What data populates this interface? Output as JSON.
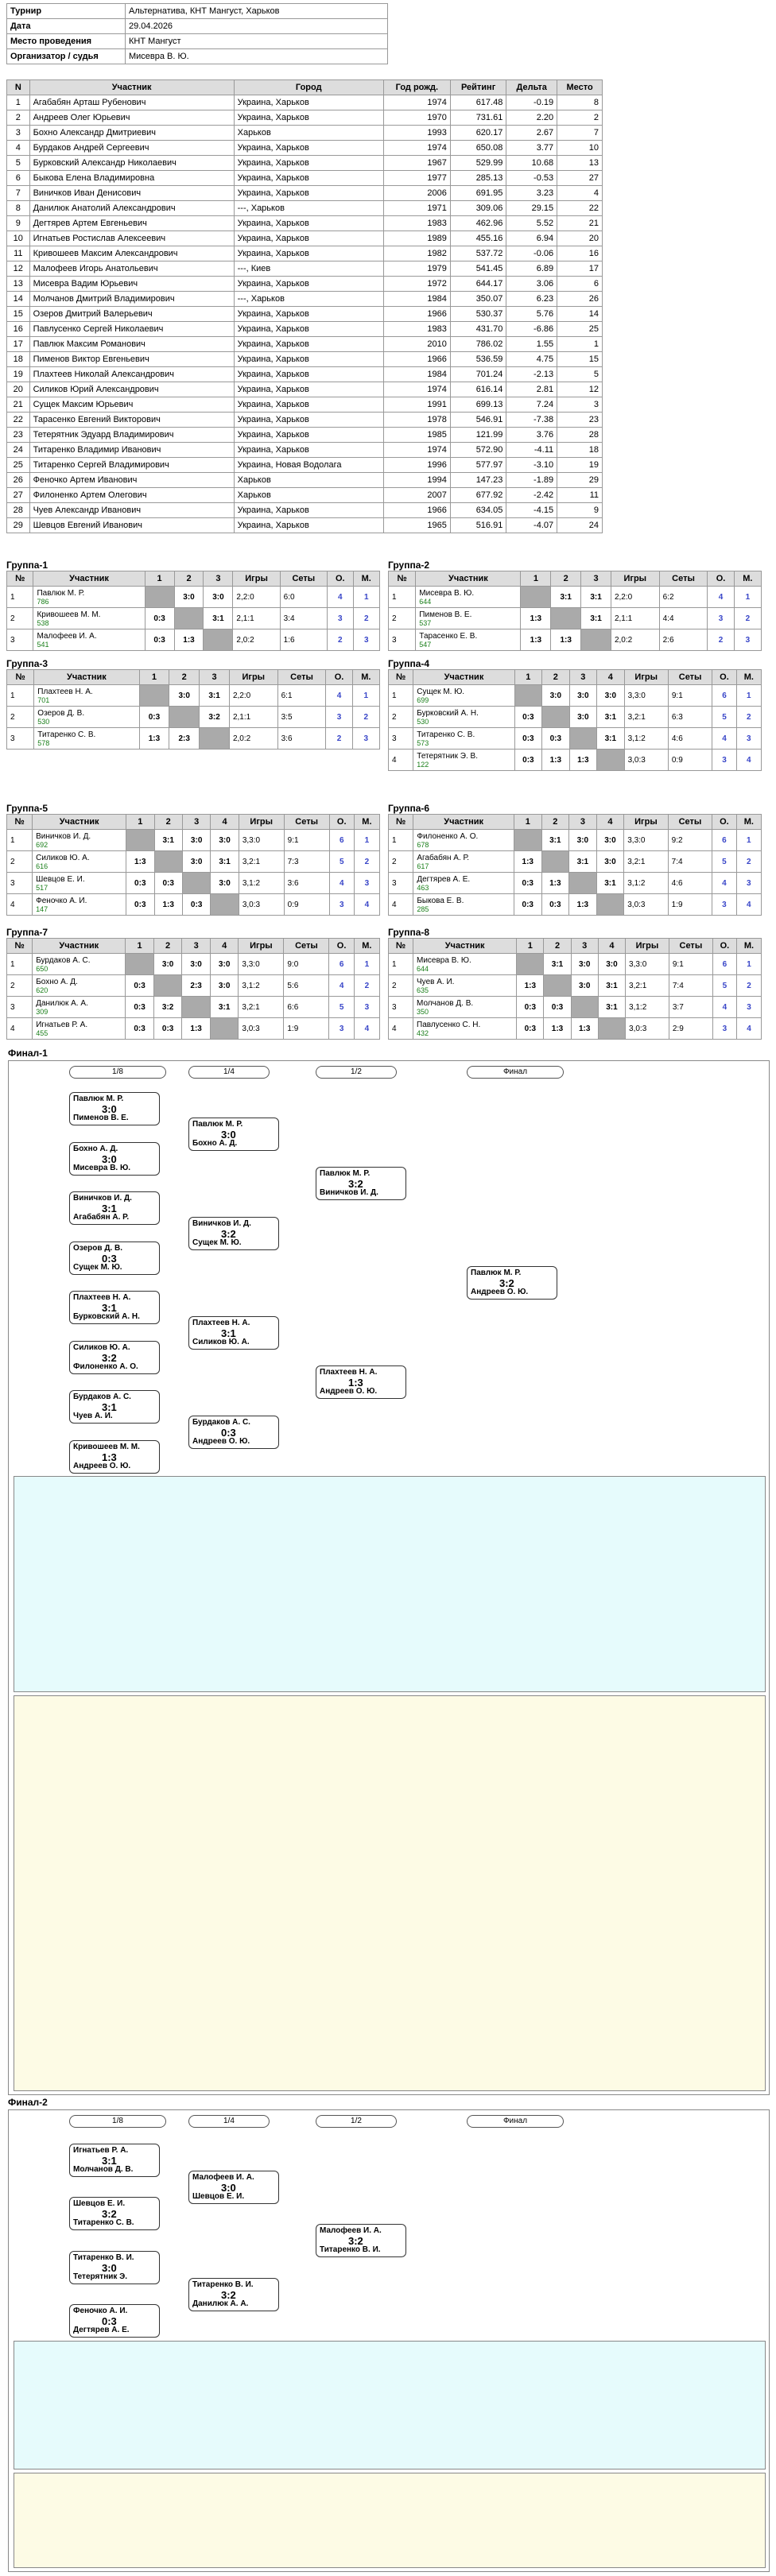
{
  "info": [
    [
      "Турнир",
      "Альтернатива, КНТ Мангуст, Харьков"
    ],
    [
      "Дата",
      "29.04.2026"
    ],
    [
      "Место проведения",
      "КНТ Мангуст"
    ],
    [
      "Организатор / судья",
      "Мисевра В. Ю."
    ]
  ],
  "players_header": [
    "N",
    "Участник",
    "Город",
    "Год рожд.",
    "Рейтинг",
    "Дельта",
    "Место"
  ],
  "players": [
    [
      "1",
      "Агабабян Арташ Рубенович",
      "Украина, Харьков",
      "1974",
      "617.48",
      "-0.19",
      "8"
    ],
    [
      "2",
      "Андреев Олег Юрьевич",
      "Украина, Харьков",
      "1970",
      "731.61",
      "2.20",
      "2"
    ],
    [
      "3",
      "Бохно Александр Дмитриевич",
      "Харьков",
      "1993",
      "620.17",
      "2.67",
      "7"
    ],
    [
      "4",
      "Бурдаков Андрей Сергеевич",
      "Украина, Харьков",
      "1974",
      "650.08",
      "3.77",
      "10"
    ],
    [
      "5",
      "Бурковский Александр Николаевич",
      "Украина, Харьков",
      "1967",
      "529.99",
      "10.68",
      "13"
    ],
    [
      "6",
      "Быкова Елена Владимировна",
      "Украина, Харьков",
      "1977",
      "285.13",
      "-0.53",
      "27"
    ],
    [
      "7",
      "Виничков Иван Денисович",
      "Украина, Харьков",
      "2006",
      "691.95",
      "3.23",
      "4"
    ],
    [
      "8",
      "Данилюк Анатолий Александрович",
      "---, Харьков",
      "1971",
      "309.06",
      "29.15",
      "22"
    ],
    [
      "9",
      "Дегтярев Артем Евгеньевич",
      "Украина, Харьков",
      "1983",
      "462.96",
      "5.52",
      "21"
    ],
    [
      "10",
      "Игнатьев Ростислав Алексеевич",
      "Украина, Харьков",
      "1989",
      "455.16",
      "6.94",
      "20"
    ],
    [
      "11",
      "Кривошеев Максим Александрович",
      "Украина, Харьков",
      "1982",
      "537.72",
      "-0.06",
      "16"
    ],
    [
      "12",
      "Малофеев Игорь Анатольевич",
      "---, Киев",
      "1979",
      "541.45",
      "6.89",
      "17"
    ],
    [
      "13",
      "Мисевра Вадим Юрьевич",
      "Украина, Харьков",
      "1972",
      "644.17",
      "3.06",
      "6"
    ],
    [
      "14",
      "Молчанов Дмитрий Владимирович",
      "---, Харьков",
      "1984",
      "350.07",
      "6.23",
      "26"
    ],
    [
      "15",
      "Озеров Дмитрий Валерьевич",
      "Украина, Харьков",
      "1966",
      "530.37",
      "5.76",
      "14"
    ],
    [
      "16",
      "Павлусенко Сергей Николаевич",
      "Украина, Харьков",
      "1983",
      "431.70",
      "-6.86",
      "25"
    ],
    [
      "17",
      "Павлюк Максим Романович",
      "Украина, Харьков",
      "2010",
      "786.02",
      "1.55",
      "1"
    ],
    [
      "18",
      "Пименов Виктор Евгеньевич",
      "Украина, Харьков",
      "1966",
      "536.59",
      "4.75",
      "15"
    ],
    [
      "19",
      "Плахтеев Николай Александрович",
      "Украина, Харьков",
      "1984",
      "701.24",
      "-2.13",
      "5"
    ],
    [
      "20",
      "Силиков Юрий Александрович",
      "Украина, Харьков",
      "1974",
      "616.14",
      "2.81",
      "12"
    ],
    [
      "21",
      "Сущек Максим Юрьевич",
      "Украина, Харьков",
      "1991",
      "699.13",
      "7.24",
      "3"
    ],
    [
      "22",
      "Тарасенко Евгений Викторович",
      "Украина, Харьков",
      "1978",
      "546.91",
      "-7.38",
      "23"
    ],
    [
      "23",
      "Тетерятник Эдуард Владимирович",
      "Украина, Харьков",
      "1985",
      "121.99",
      "3.76",
      "28"
    ],
    [
      "24",
      "Титаренко Владимир Иванович",
      "Украина, Харьков",
      "1974",
      "572.90",
      "-4.11",
      "18"
    ],
    [
      "25",
      "Титаренко Сергей Владимирович",
      "Украина, Новая Водолага",
      "1996",
      "577.97",
      "-3.10",
      "19"
    ],
    [
      "26",
      "Феночко Артем Иванович",
      "Харьков",
      "1994",
      "147.23",
      "-1.89",
      "29"
    ],
    [
      "27",
      "Филоненко Артем Олегович",
      "Харьков",
      "2007",
      "677.92",
      "-2.42",
      "11"
    ],
    [
      "28",
      "Чуев Александр Иванович",
      "Украина, Харьков",
      "1966",
      "634.05",
      "-4.15",
      "9"
    ],
    [
      "29",
      "Шевцов Евгений Иванович",
      "Украина, Харьков",
      "1965",
      "516.91",
      "-4.07",
      "24"
    ]
  ],
  "group_header": [
    "№",
    "Участник",
    "1",
    "2",
    "3",
    "Игры",
    "Сеты",
    "О.",
    "М."
  ],
  "group_header4": [
    "№",
    "Участник",
    "1",
    "2",
    "3",
    "4",
    "Игры",
    "Сеты",
    "О.",
    "М."
  ],
  "groups": [
    {
      "title": "Группа-1",
      "rows": [
        [
          "1",
          "Павлюк М. Р.",
          "786",
          "3:0",
          "3:0",
          "2,2:0",
          "6:0",
          "4",
          "1"
        ],
        [
          "2",
          "Кривошеев М. М.",
          "538",
          "0:3",
          "3:1",
          "2,1:1",
          "3:4",
          "3",
          "2"
        ],
        [
          "3",
          "Малофеев И. А.",
          "541",
          "0:3",
          "1:3",
          "2,0:2",
          "1:6",
          "2",
          "3"
        ]
      ]
    },
    {
      "title": "Группа-2",
      "rows": [
        [
          "1",
          "Мисевра В. Ю.",
          "644",
          "3:1",
          "3:1",
          "2,2:0",
          "6:2",
          "4",
          "1"
        ],
        [
          "2",
          "Пименов В. Е.",
          "537",
          "1:3",
          "3:1",
          "2,1:1",
          "4:4",
          "3",
          "2"
        ],
        [
          "3",
          "Тарасенко Е. В.",
          "547",
          "1:3",
          "1:3",
          "2,0:2",
          "2:6",
          "2",
          "3"
        ]
      ]
    },
    {
      "title": "Группа-3",
      "rows": [
        [
          "1",
          "Плахтеев Н. А.",
          "701",
          "3:0",
          "3:1",
          "2,2:0",
          "6:1",
          "4",
          "1"
        ],
        [
          "2",
          "Озеров Д. В.",
          "530",
          "0:3",
          "3:2",
          "2,1:1",
          "3:5",
          "3",
          "2"
        ],
        [
          "3",
          "Титаренко С. В.",
          "578",
          "1:3",
          "2:3",
          "2,0:2",
          "3:6",
          "2",
          "3"
        ]
      ]
    },
    {
      "title": "Группа-4",
      "rows": [
        [
          "1",
          "Сущек М. Ю.",
          "699",
          "3:0",
          "3:0",
          "3:0",
          "3,3:0",
          "9:1",
          "6",
          "1"
        ],
        [
          "2",
          "Бурковский А. Н.",
          "530",
          "0:3",
          "3:0",
          "3:1",
          "3,2:1",
          "6:3",
          "5",
          "2"
        ],
        [
          "3",
          "Титаренко С. В.",
          "573",
          "0:3",
          "0:3",
          "3:1",
          "3,1:2",
          "4:6",
          "4",
          "3"
        ],
        [
          "4",
          "Тетерятник Э. В.",
          "122",
          "0:3",
          "1:3",
          "1:3",
          "3,0:3",
          "0:9",
          "3",
          "4"
        ]
      ]
    },
    {
      "title": "Группа-5",
      "rows": [
        [
          "1",
          "Виничков И. Д.",
          "692",
          "3:1",
          "3:0",
          "3:0",
          "3,3:0",
          "9:1",
          "6",
          "1"
        ],
        [
          "2",
          "Силиков Ю. А.",
          "616",
          "1:3",
          "3:0",
          "3:1",
          "3,2:1",
          "7:3",
          "5",
          "2"
        ],
        [
          "3",
          "Шевцов Е. И.",
          "517",
          "0:3",
          "0:3",
          "3:0",
          "3,1:2",
          "3:6",
          "4",
          "3"
        ],
        [
          "4",
          "Феночко А. И.",
          "147",
          "0:3",
          "1:3",
          "0:3",
          "3,0:3",
          "0:9",
          "3",
          "4"
        ]
      ]
    },
    {
      "title": "Группа-6",
      "rows": [
        [
          "1",
          "Филоненко А. О.",
          "678",
          "3:1",
          "3:0",
          "3:0",
          "3,3:0",
          "9:2",
          "6",
          "1"
        ],
        [
          "2",
          "Агабабян А. Р.",
          "617",
          "1:3",
          "3:1",
          "3:0",
          "3,2:1",
          "7:4",
          "5",
          "2"
        ],
        [
          "3",
          "Дегтярев А. Е.",
          "463",
          "0:3",
          "1:3",
          "3:1",
          "3,1:2",
          "4:6",
          "4",
          "3"
        ],
        [
          "4",
          "Быкова Е. В.",
          "285",
          "0:3",
          "0:3",
          "1:3",
          "3,0:3",
          "1:9",
          "3",
          "4"
        ]
      ]
    },
    {
      "title": "Группа-7",
      "rows": [
        [
          "1",
          "Бурдаков А. С.",
          "650",
          "3:0",
          "3:0",
          "3:0",
          "3,3:0",
          "9:0",
          "6",
          "1"
        ],
        [
          "2",
          "Бохно А. Д.",
          "620",
          "0:3",
          "2:3",
          "3:0",
          "3,1:2",
          "5:6",
          "4",
          "2"
        ],
        [
          "3",
          "Данилюк А. А.",
          "309",
          "0:3",
          "3:2",
          "3:1",
          "3,2:1",
          "6:6",
          "5",
          "3"
        ],
        [
          "4",
          "Игнатьев Р. А.",
          "455",
          "0:3",
          "0:3",
          "1:3",
          "3,0:3",
          "1:9",
          "3",
          "4"
        ]
      ]
    },
    {
      "title": "Группа-8",
      "rows": [
        [
          "1",
          "Мисевра В. Ю.",
          "644",
          "3:1",
          "3:0",
          "3:0",
          "3,3:0",
          "9:1",
          "6",
          "1"
        ],
        [
          "2",
          "Чуев А. И.",
          "635",
          "1:3",
          "3:0",
          "3:1",
          "3,2:1",
          "7:4",
          "5",
          "2"
        ],
        [
          "3",
          "Молчанов Д. В.",
          "350",
          "0:3",
          "0:3",
          "3:1",
          "3,1:2",
          "3:7",
          "4",
          "3"
        ],
        [
          "4",
          "Павлусенко С. Н.",
          "432",
          "0:3",
          "1:3",
          "1:3",
          "3,0:3",
          "2:9",
          "3",
          "4"
        ]
      ]
    }
  ],
  "final1": {
    "title": "Финал-1",
    "rounds": [
      "1/8",
      "1/4",
      "1/2",
      "Финал"
    ],
    "r1": [
      [
        "Павлюк М. Р.",
        "Пименов В. Е.",
        "3:0"
      ],
      [
        "Бохно А. Д.",
        "Мисевра В. Ю.",
        "3:0"
      ],
      [
        "Виничков И. Д.",
        "Агабабян А. Р.",
        "3:1"
      ],
      [
        "Озеров Д. В.",
        "Сущек М. Ю.",
        "0:3"
      ],
      [
        "Плахтеев Н. А.",
        "Бурковский А. Н.",
        "3:1"
      ],
      [
        "Силиков Ю. А.",
        "Филоненко А. О.",
        "3:2"
      ],
      [
        "Бурдаков А. С.",
        "Чуев А. И.",
        "3:1"
      ],
      [
        "Кривошеев М. М.",
        "Андреев О. Ю.",
        "1:3"
      ]
    ],
    "r2": [
      [
        "Павлюк М. Р.",
        "Бохно А. Д.",
        "3:0"
      ],
      [
        "Виничков И. Д.",
        "Сущек М. Ю.",
        "3:2"
      ],
      [
        "Плахтеев Н. А.",
        "Силиков Ю. А.",
        "3:1"
      ],
      [
        "Бурдаков А. С.",
        "Андреев О. Ю.",
        "0:3"
      ]
    ],
    "r3": [
      [
        "Павлюк М. Р.",
        "Виничков И. Д.",
        "3:2"
      ],
      [
        "Плахтеев Н. А.",
        "Андреев О. Ю.",
        "1:3"
      ]
    ],
    "r4": [
      [
        "Павлюк М. Р.",
        "Андреев О. Ю.",
        "3:2"
      ]
    ]
  },
  "final2": {
    "title": "Финал-2",
    "rounds": [
      "1/8",
      "1/4",
      "1/2",
      "Финал"
    ],
    "r1": [
      [
        "Игнатьев Р. А.",
        "Молчанов Д. В.",
        "3:1"
      ],
      [
        "Шевцов Е. И.",
        "Титаренко С. В.",
        "3:2"
      ],
      [
        "Титаренко В. И.",
        "Тетерятник Э.",
        "3:0"
      ],
      [
        "Феночко А. И.",
        "Дегтярев А. Е.",
        "0:3"
      ]
    ],
    "r2": [
      [
        "Малофеев И. А.",
        "Шевцов Е. И.",
        "3:0"
      ],
      [
        "Титаренко В. И.",
        "Данилюк А. А.",
        "3:2"
      ]
    ],
    "r3": [
      [
        "Малофеев И. А.",
        "Титаренко В. И.",
        "3:2"
      ]
    ]
  }
}
